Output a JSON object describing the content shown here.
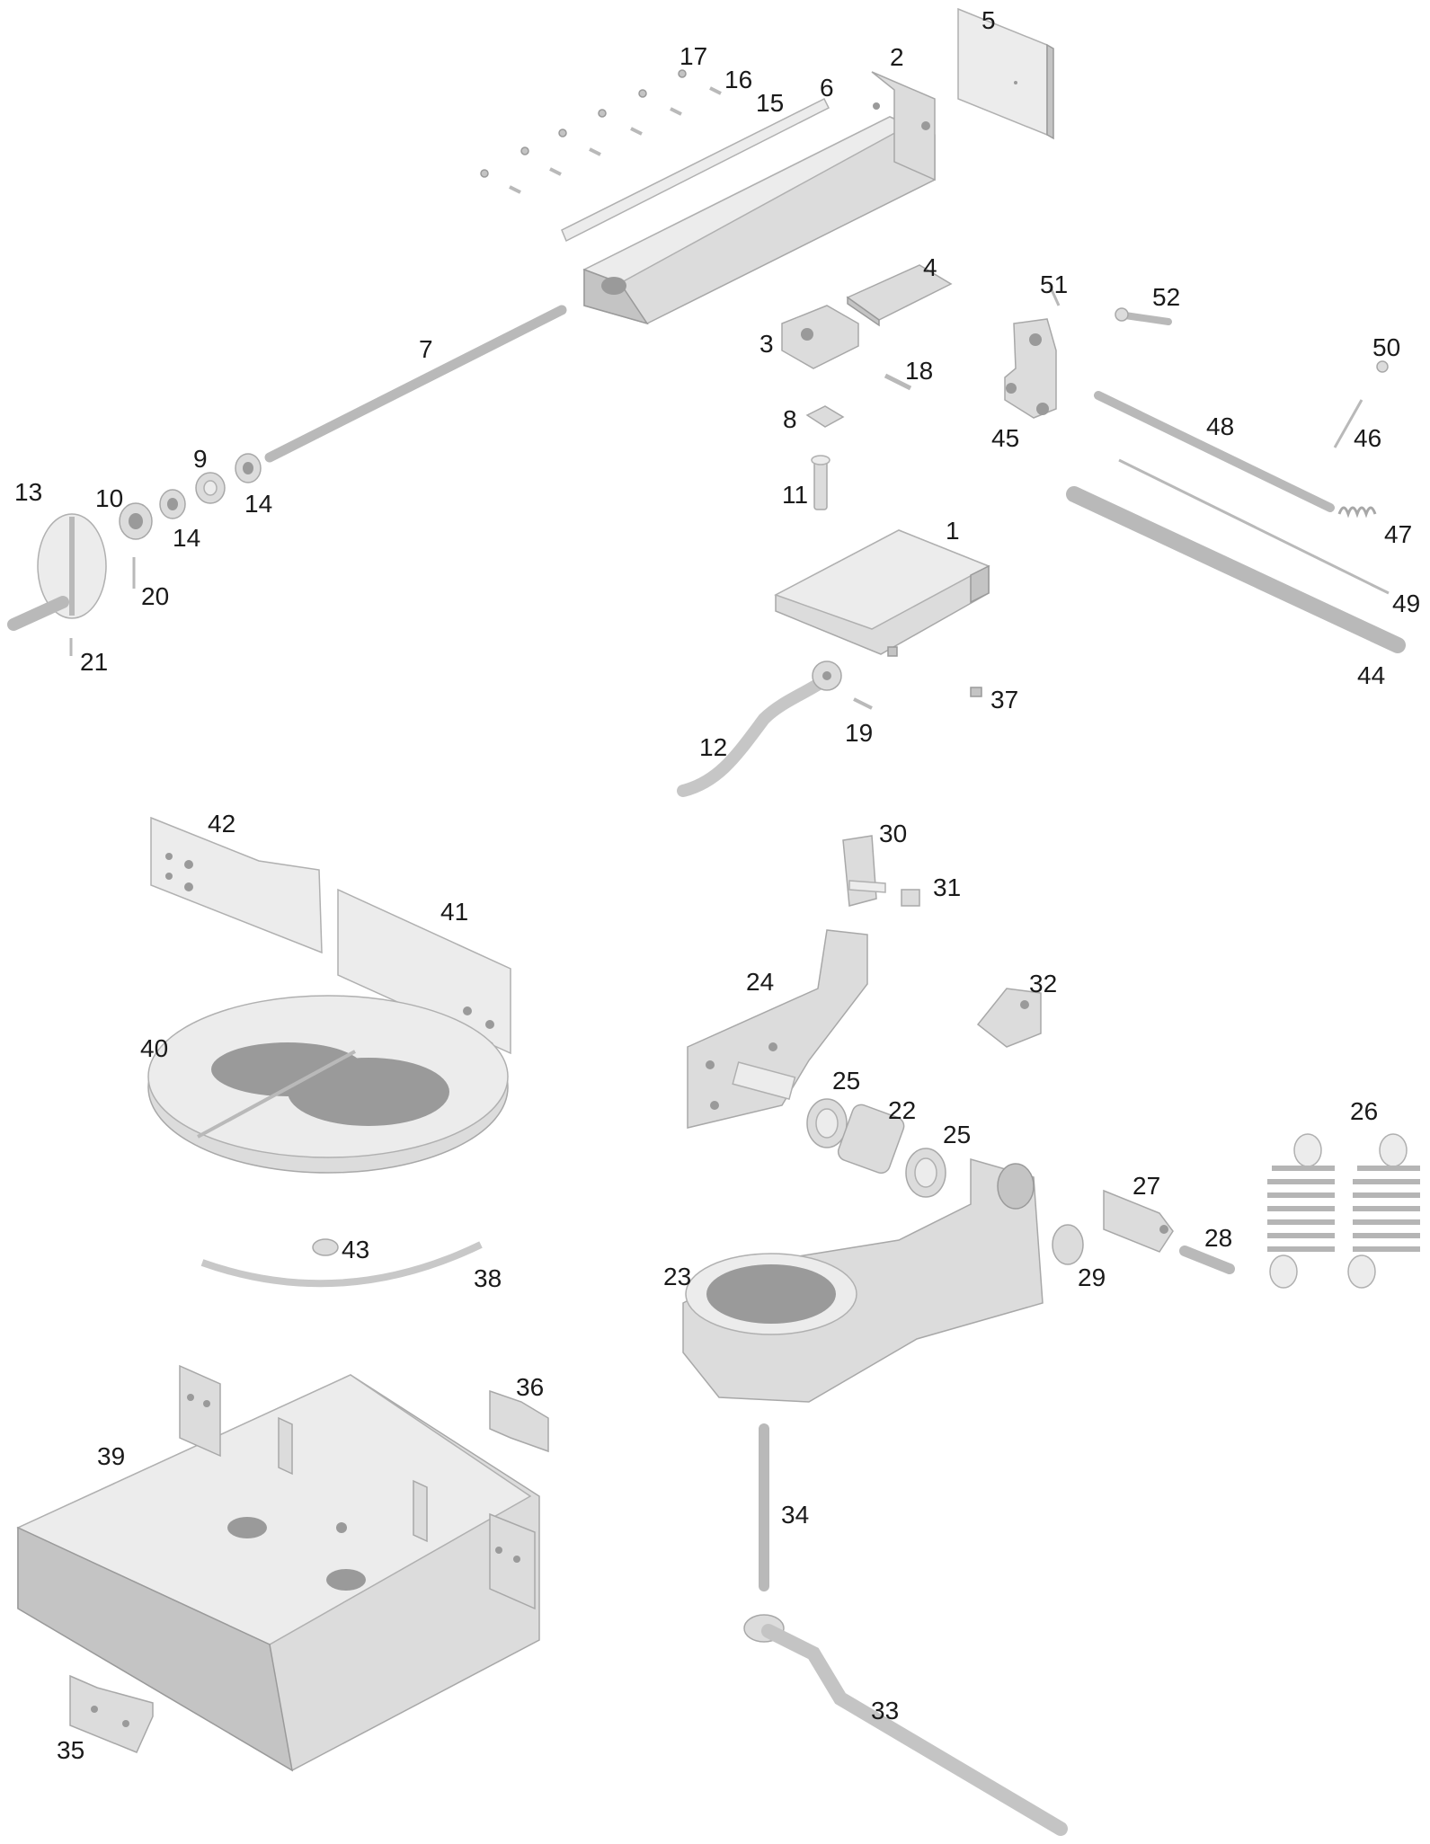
{
  "diagram": {
    "part_numbers": [
      "1",
      "2",
      "3",
      "4",
      "5",
      "6",
      "7",
      "8",
      "9",
      "10",
      "11",
      "12",
      "13",
      "14",
      "15",
      "16",
      "17",
      "18",
      "19",
      "20",
      "21",
      "22",
      "23",
      "24",
      "25",
      "26",
      "27",
      "28",
      "29",
      "30",
      "31",
      "32",
      "33",
      "34",
      "35",
      "36",
      "37",
      "38",
      "39",
      "40",
      "41",
      "42",
      "43",
      "44",
      "45",
      "46",
      "47",
      "48",
      "49",
      "50",
      "51",
      "52"
    ],
    "callouts": [
      {
        "id": "c1",
        "text": "1"
      },
      {
        "id": "c2",
        "text": "2"
      },
      {
        "id": "c3",
        "text": "3"
      },
      {
        "id": "c4",
        "text": "4"
      },
      {
        "id": "c5",
        "text": "5"
      },
      {
        "id": "c6",
        "text": "6"
      },
      {
        "id": "c7",
        "text": "7"
      },
      {
        "id": "c8",
        "text": "8"
      },
      {
        "id": "c9",
        "text": "9"
      },
      {
        "id": "c10",
        "text": "10"
      },
      {
        "id": "c11",
        "text": "11"
      },
      {
        "id": "c12",
        "text": "12"
      },
      {
        "id": "c13",
        "text": "13"
      },
      {
        "id": "c14a",
        "text": "14"
      },
      {
        "id": "c14b",
        "text": "14"
      },
      {
        "id": "c15",
        "text": "15"
      },
      {
        "id": "c16",
        "text": "16"
      },
      {
        "id": "c17",
        "text": "17"
      },
      {
        "id": "c18",
        "text": "18"
      },
      {
        "id": "c19",
        "text": "19"
      },
      {
        "id": "c20",
        "text": "20"
      },
      {
        "id": "c21",
        "text": "21"
      },
      {
        "id": "c22",
        "text": "22"
      },
      {
        "id": "c23",
        "text": "23"
      },
      {
        "id": "c24",
        "text": "24"
      },
      {
        "id": "c25a",
        "text": "25"
      },
      {
        "id": "c25b",
        "text": "25"
      },
      {
        "id": "c26",
        "text": "26"
      },
      {
        "id": "c27",
        "text": "27"
      },
      {
        "id": "c28",
        "text": "28"
      },
      {
        "id": "c29",
        "text": "29"
      },
      {
        "id": "c30",
        "text": "30"
      },
      {
        "id": "c31",
        "text": "31"
      },
      {
        "id": "c32",
        "text": "32"
      },
      {
        "id": "c33",
        "text": "33"
      },
      {
        "id": "c34",
        "text": "34"
      },
      {
        "id": "c35",
        "text": "35"
      },
      {
        "id": "c36",
        "text": "36"
      },
      {
        "id": "c37",
        "text": "37"
      },
      {
        "id": "c38",
        "text": "38"
      },
      {
        "id": "c39",
        "text": "39"
      },
      {
        "id": "c40",
        "text": "40"
      },
      {
        "id": "c41",
        "text": "41"
      },
      {
        "id": "c42",
        "text": "42"
      },
      {
        "id": "c43",
        "text": "43"
      },
      {
        "id": "c44",
        "text": "44"
      },
      {
        "id": "c45",
        "text": "45"
      },
      {
        "id": "c46",
        "text": "46"
      },
      {
        "id": "c47",
        "text": "47"
      },
      {
        "id": "c48",
        "text": "48"
      },
      {
        "id": "c49",
        "text": "49"
      },
      {
        "id": "c50",
        "text": "50"
      },
      {
        "id": "c51",
        "text": "51"
      },
      {
        "id": "c52",
        "text": "52"
      }
    ],
    "colors": {
      "background": "#ffffff",
      "part": "#dcdcdc",
      "part_light": "#ececec",
      "part_dark": "#c4c4c4",
      "label": "#1a1a1a"
    }
  }
}
